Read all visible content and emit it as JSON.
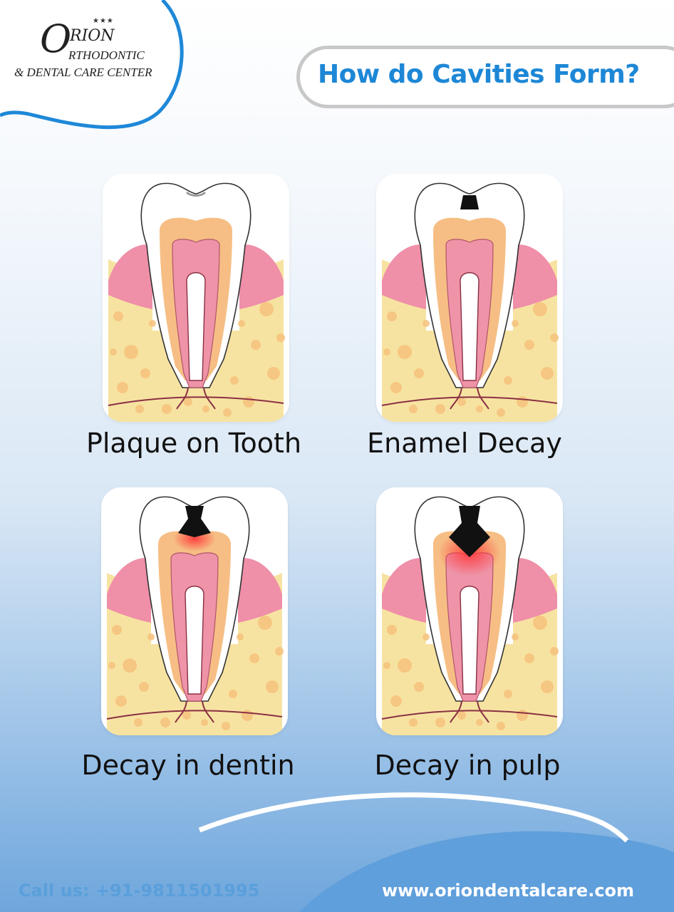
{
  "logo": {
    "initial": "O",
    "rest_of_name": "RION",
    "stars": "★★★",
    "line2": "RTHODONTIC",
    "line3": "& DENTAL CARE CENTER"
  },
  "title": "How do Cavities Form?",
  "stages": [
    {
      "label": "Plaque on Tooth",
      "decay": "plaque"
    },
    {
      "label": "Enamel Decay",
      "decay": "enamel"
    },
    {
      "label": "Decay in dentin",
      "decay": "dentin"
    },
    {
      "label": "Decay in pulp",
      "decay": "pulp"
    }
  ],
  "footer": {
    "phone": "Call us: +91-9811501995",
    "website": "www.oriondentalcare.com"
  },
  "colors": {
    "brand_blue": "#1d87d6",
    "gum_pink": "#ef8fa8",
    "bone_yellow": "#f7e3a1",
    "dentin_orange": "#f6be84",
    "pulp_pink": "#ee93a8",
    "decay_black": "#111111",
    "infection_red": "#ff3b3b"
  }
}
